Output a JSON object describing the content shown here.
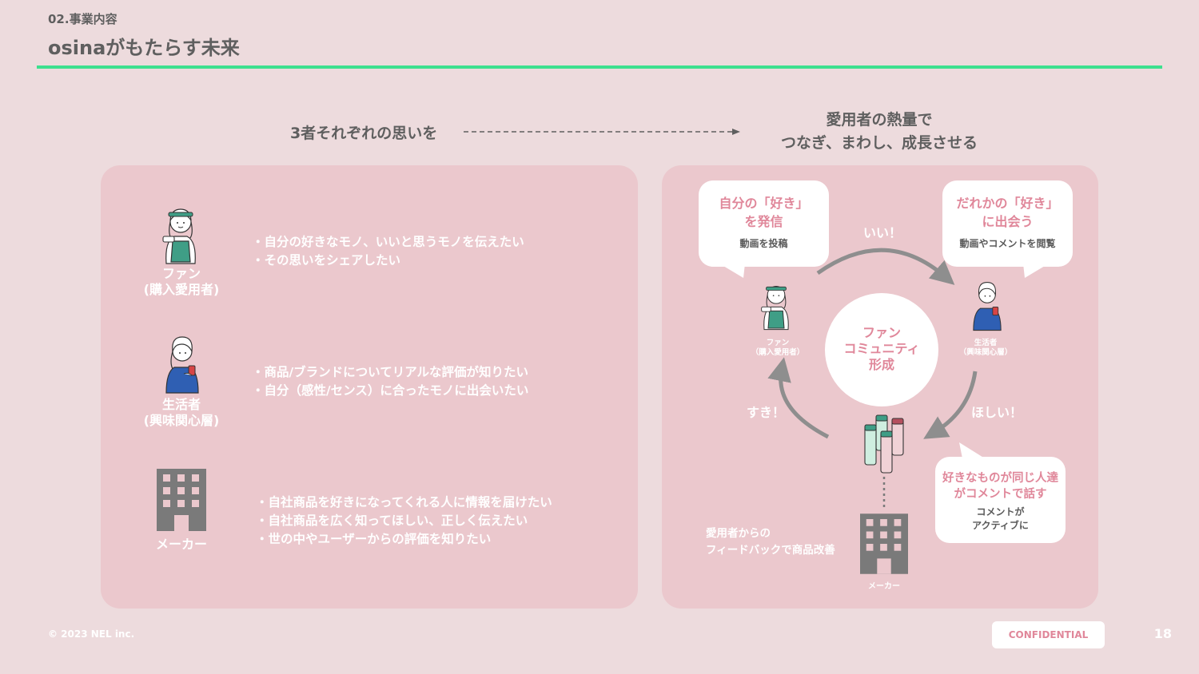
{
  "header": {
    "section_label": "02.事業内容",
    "title": "osinaがもたらす未来"
  },
  "lead": {
    "left": "3者それぞれの思いを",
    "right_line1": "愛用者の熱量で",
    "right_line2": "つなぎ、まわし、成長させる"
  },
  "personas": [
    {
      "label_line1": "ファン",
      "label_line2": "(購入愛用者)",
      "bullets": [
        "・自分の好きなモノ、いいと思うモノを伝えたい",
        "・その思いをシェアしたい"
      ]
    },
    {
      "label_line1": "生活者",
      "label_line2": "(興味関心層)",
      "bullets": [
        "・商品/ブランドについてリアルな評価が知りたい",
        "・自分（感性/センス）に合ったモノに出会いたい"
      ]
    },
    {
      "label_line1": "メーカー",
      "label_line2": "",
      "bullets": [
        "・自社商品を好きになってくれる人に情報を届けたい",
        "・自社商品を広く知ってほしい、正しく伝えたい",
        "・世の中やユーザーからの評価を知りたい"
      ]
    }
  ],
  "cycle": {
    "bubble_fan": {
      "line1": "自分の「好き」",
      "line2": "を発信",
      "sub": "動画を投稿"
    },
    "bubble_consumer": {
      "line1": "だれかの「好き」",
      "line2": "に出会う",
      "sub": "動画やコメントを閲覧"
    },
    "bubble_comment": {
      "line1": "好きなものが同じ人達",
      "line2": "がコメントで話す",
      "sub1": "コメントが",
      "sub2": "アクティブに"
    },
    "label_top": "いい！",
    "label_left": "すき！",
    "label_right": "ほしい！",
    "center_line1": "ファン",
    "center_line2": "コミュニティ",
    "center_line3": "形成",
    "fan_label1": "ファン",
    "fan_label2": "（購入愛用者）",
    "consumer_label1": "生活者",
    "consumer_label2": "（興味関心層）",
    "maker_label": "メーカー",
    "feedback_line1": "愛用者からの",
    "feedback_line2": "フィードバックで商品改善"
  },
  "footer": {
    "copyright": "© 2023 NEL inc.",
    "confidential": "CONFIDENTIAL",
    "page_number": "18"
  },
  "colors": {
    "background": "#eddbdd",
    "panel": "#ebc8cd",
    "accent_green": "#3de08e",
    "accent_pink": "#e0879a",
    "text_gray": "#5f5f5f"
  }
}
